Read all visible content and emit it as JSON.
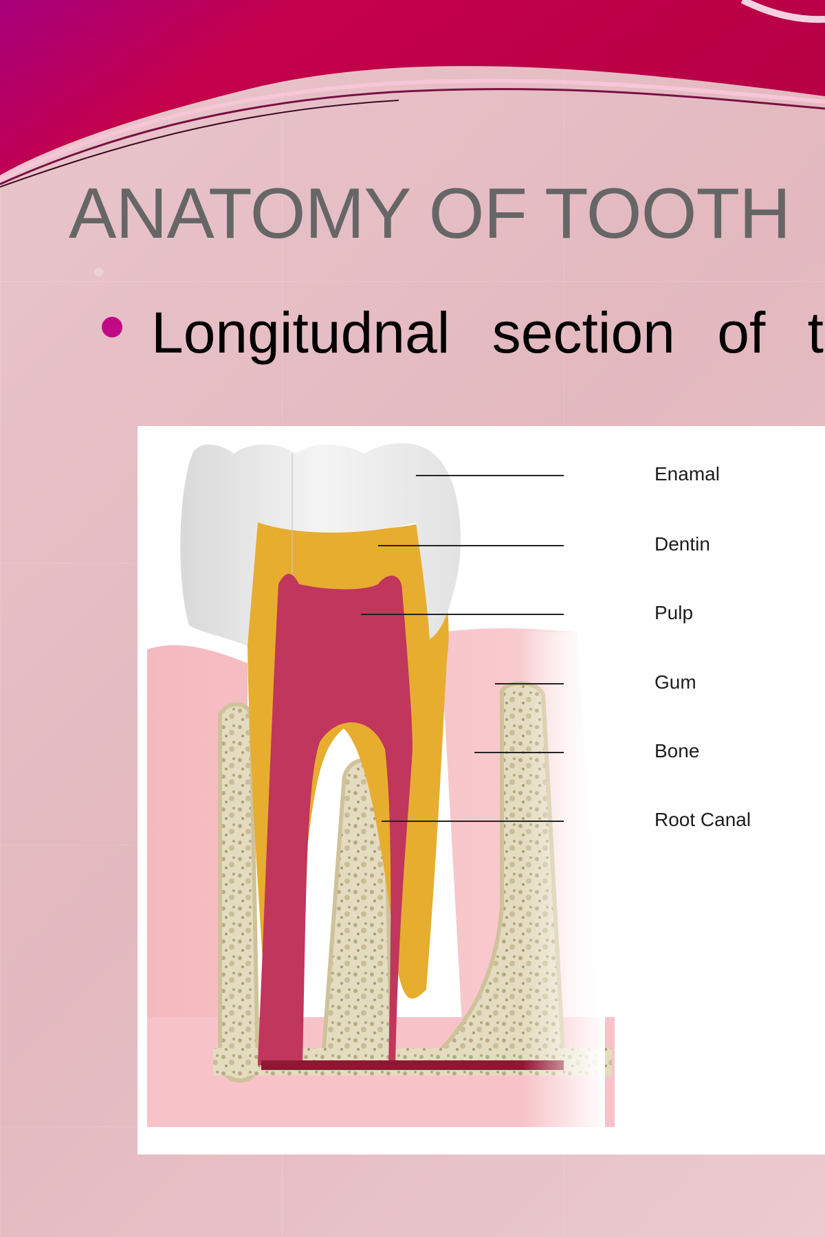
{
  "title": "ANATOMY OF TOOTH",
  "bullet": "Longitudnal section of tooth",
  "colors": {
    "background": "#e7c2c8",
    "banner": "#b8004a",
    "bullet": "#c00a86",
    "title": "#666666"
  },
  "diagram": {
    "labels": {
      "enamel": "Enamal",
      "dentin": "Dentin",
      "pulp": "Pulp",
      "gum": "Gum",
      "bone": "Bone",
      "root_canal": "Root Canal"
    }
  }
}
